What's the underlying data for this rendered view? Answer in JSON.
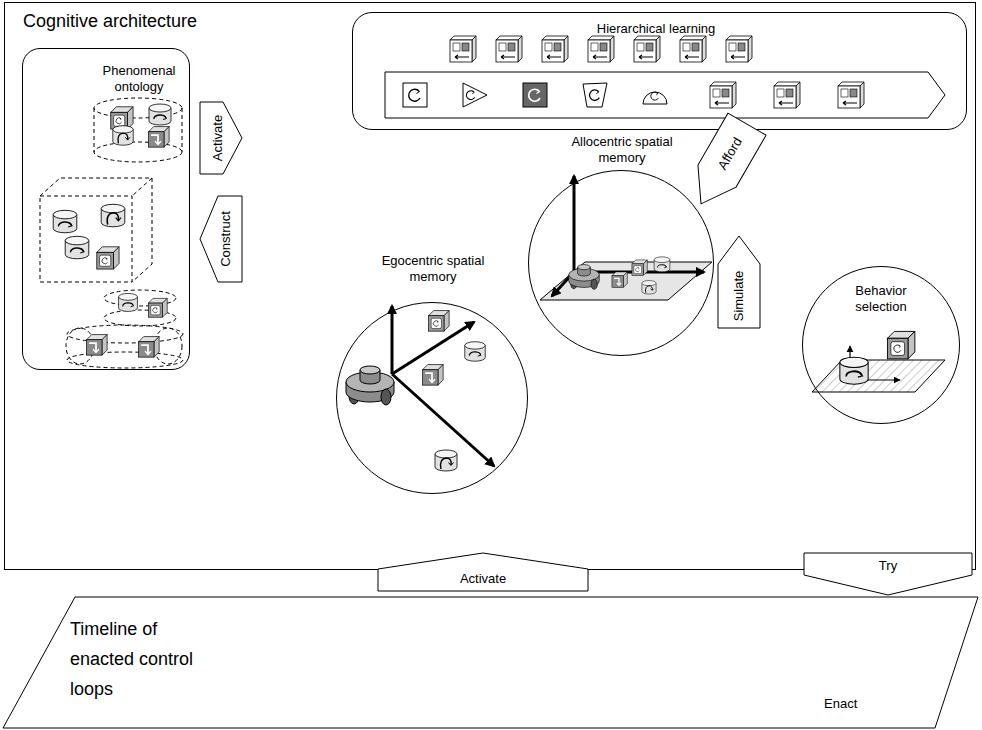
{
  "diagram": {
    "nodes": [
      {
        "text": [
          "Cognitive architecture"
        ]
      },
      {
        "text": [
          "Phenomenal ontology"
        ],
        "in": 0
      },
      {
        "text": [
          "Hierarchical learning"
        ],
        "in": 0
      },
      {
        "text": [
          "Activate"
        ],
        "in": 0
      },
      {
        "text": [
          "Construct"
        ],
        "in": 0
      },
      {
        "text": [
          "Egocentric spatial memory"
        ],
        "in": 0
      },
      {
        "text": [
          "Allocentric spatial memory"
        ],
        "in": 0
      },
      {
        "text": [
          "Afford"
        ],
        "in": 0
      },
      {
        "text": [
          "Simulate"
        ],
        "in": 0
      },
      {
        "text": [
          "Behavior selection"
        ],
        "in": 0
      },
      {
        "text": [
          "Activate"
        ]
      },
      {
        "text": [
          "Try"
        ]
      },
      {
        "text": [
          "Timeline of enacted control loops"
        ]
      }
    ],
    "labels": [
      "Enact"
    ]
  }
}
